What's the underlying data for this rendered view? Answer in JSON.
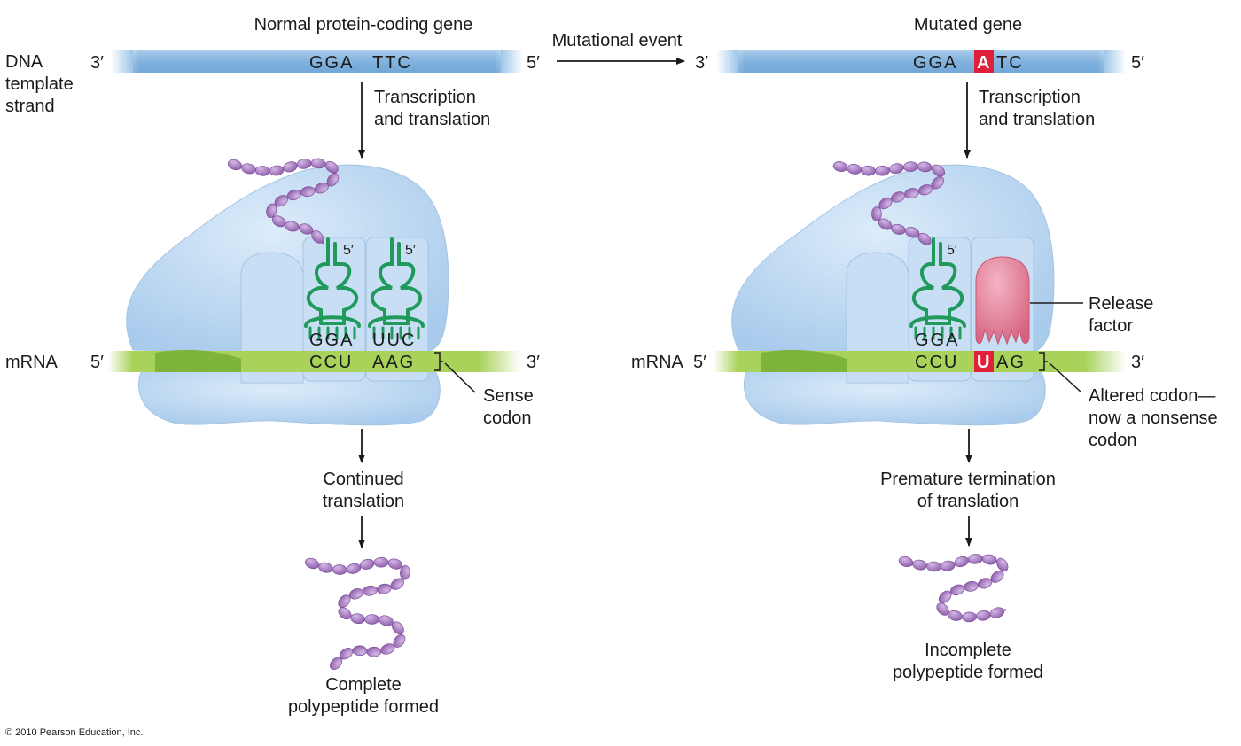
{
  "titles": {
    "left": "Normal protein-coding gene",
    "right": "Mutated gene",
    "event": "Mutational event"
  },
  "labels": {
    "dna_line1": "DNA",
    "dna_line2": "template",
    "dna_line3": "strand",
    "mrna_left": "mRNA",
    "mrna_right": "mRNA"
  },
  "ends": {
    "three_prime": "3′",
    "five_prime": "5′",
    "trna_five": "5′"
  },
  "left": {
    "dna_a": "GGA",
    "dna_b": "TTC",
    "tx1": "Transcription",
    "tx2": "and translation",
    "anticodon1": "GGA",
    "anticodon2": "UUC",
    "mrna_a": "CCU",
    "mrna_b": "AAG",
    "callout1": "Sense",
    "callout2": "codon",
    "step1": "Continued",
    "step2": "translation",
    "result1": "Complete",
    "result2": "polypeptide formed"
  },
  "right": {
    "dna_a": "GGA",
    "dna_mut": "A",
    "dna_rest": "TC",
    "tx1": "Transcription",
    "tx2": "and translation",
    "anticodon1": "GGA",
    "rf1": "Release",
    "rf2": "factor",
    "mrna_a": "CCU",
    "mrna_mut": "U",
    "mrna_rest": "AG",
    "callout1": "Altered codon—",
    "callout2": "now a nonsense",
    "callout3": "codon",
    "step1": "Premature termination",
    "step2": "of translation",
    "result1": "Incomplete",
    "result2": "polypeptide formed"
  },
  "copyright": "© 2010 Pearson Education, Inc.",
  "colors": {
    "dna": "#7fb4e2",
    "mrna": "#a8d25a",
    "ribosome": "#bfdaf3",
    "trna": "#1f9a5a",
    "bead": "#a77bc4",
    "mutation": "#e0203a",
    "release_factor": "#e07f98"
  }
}
